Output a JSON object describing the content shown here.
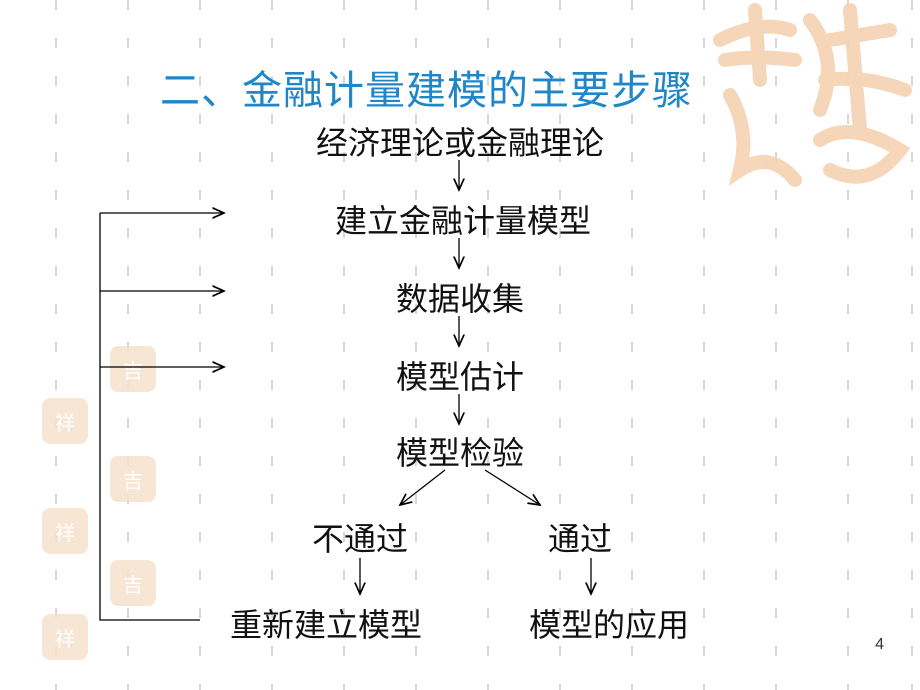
{
  "slide": {
    "title": "二、金融计量建模的主要步骤",
    "page_number": "4"
  },
  "flow": {
    "step1": "经济理论或金融理论",
    "step2": "建立金融计量模型",
    "step3": "数据收集",
    "step4": "模型估计",
    "step5": "模型检验",
    "fail": "不通过",
    "pass": "通过",
    "rebuild": "重新建立模型",
    "apply": "模型的应用"
  },
  "colors": {
    "title": "#1f86c8",
    "seal": "#f2c9a4",
    "text": "#111111"
  }
}
